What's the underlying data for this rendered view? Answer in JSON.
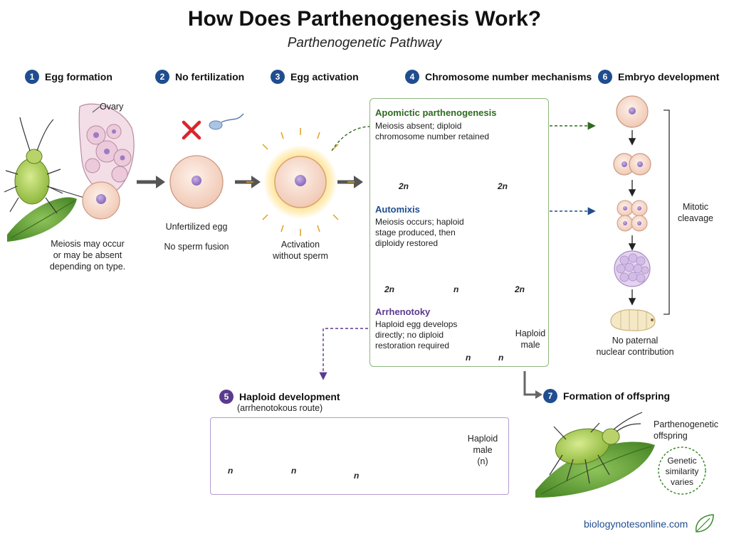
{
  "header": {
    "title": "How Does Parthenogenesis Work?",
    "subtitle": "Parthenogenetic Pathway"
  },
  "steps": {
    "s1": {
      "num": "1",
      "label": "Egg formation"
    },
    "s2": {
      "num": "2",
      "label": "No fertilization"
    },
    "s3": {
      "num": "3",
      "label": "Egg activation"
    },
    "s4": {
      "num": "4",
      "label": "Chromosome number mechanisms"
    },
    "s5": {
      "num": "5",
      "label": "Haploid development",
      "sub": "(arrhenotokous route)"
    },
    "s6": {
      "num": "6",
      "label": "Embryo development"
    },
    "s7": {
      "num": "7",
      "label": "Formation of offspring"
    }
  },
  "egg_formation": {
    "ovary_label": "Ovary",
    "caption": [
      "Meiosis may occur",
      "or may be absent",
      "depending on type."
    ]
  },
  "no_fertilization": {
    "caption1": "Unfertilized egg",
    "caption2": "No sperm fusion"
  },
  "activation": {
    "caption": [
      "Activation",
      "without sperm"
    ]
  },
  "mechanisms": {
    "apomictic": {
      "title": "Apomictic parthenogenesis",
      "desc": [
        "Meiosis absent; diploid",
        "chromosome number retained"
      ],
      "left": "2n",
      "right": "2n"
    },
    "automixis": {
      "title": "Automixis",
      "desc": [
        "Meiosis occurs; haploid",
        "stage produced, then",
        "diploidy restored"
      ],
      "a": "2n",
      "b": "n",
      "c": "2n"
    },
    "arrhenotoky": {
      "title": "Arrhenotoky",
      "desc": [
        "Haploid egg develops",
        "directly; no diploid",
        "restoration required"
      ],
      "a": "n",
      "b": "n",
      "result": [
        "Haploid",
        "male"
      ]
    }
  },
  "embryo": {
    "bracket_label": [
      "Mitotic",
      "cleavage"
    ],
    "caption": [
      "No paternal",
      "nuclear contribution"
    ]
  },
  "haploid_dev": {
    "labels": [
      "n",
      "n",
      "n"
    ],
    "result": [
      "Haploid",
      "male",
      "(n)"
    ]
  },
  "offspring": {
    "label": [
      "Parthenogenetic",
      "offspring"
    ],
    "badge": [
      "Genetic",
      "similarity",
      "varies"
    ]
  },
  "footer": {
    "site": "biologynotesonline.com"
  },
  "colors": {
    "apomictic": "#2e6b1f",
    "automixis": "#1f4d8f",
    "arrhenotoky": "#5b3a8e",
    "chrom_green": "#3a8a2a",
    "chrom_blue": "#2b5fb0",
    "chrom_purple": "#7b52b0"
  }
}
